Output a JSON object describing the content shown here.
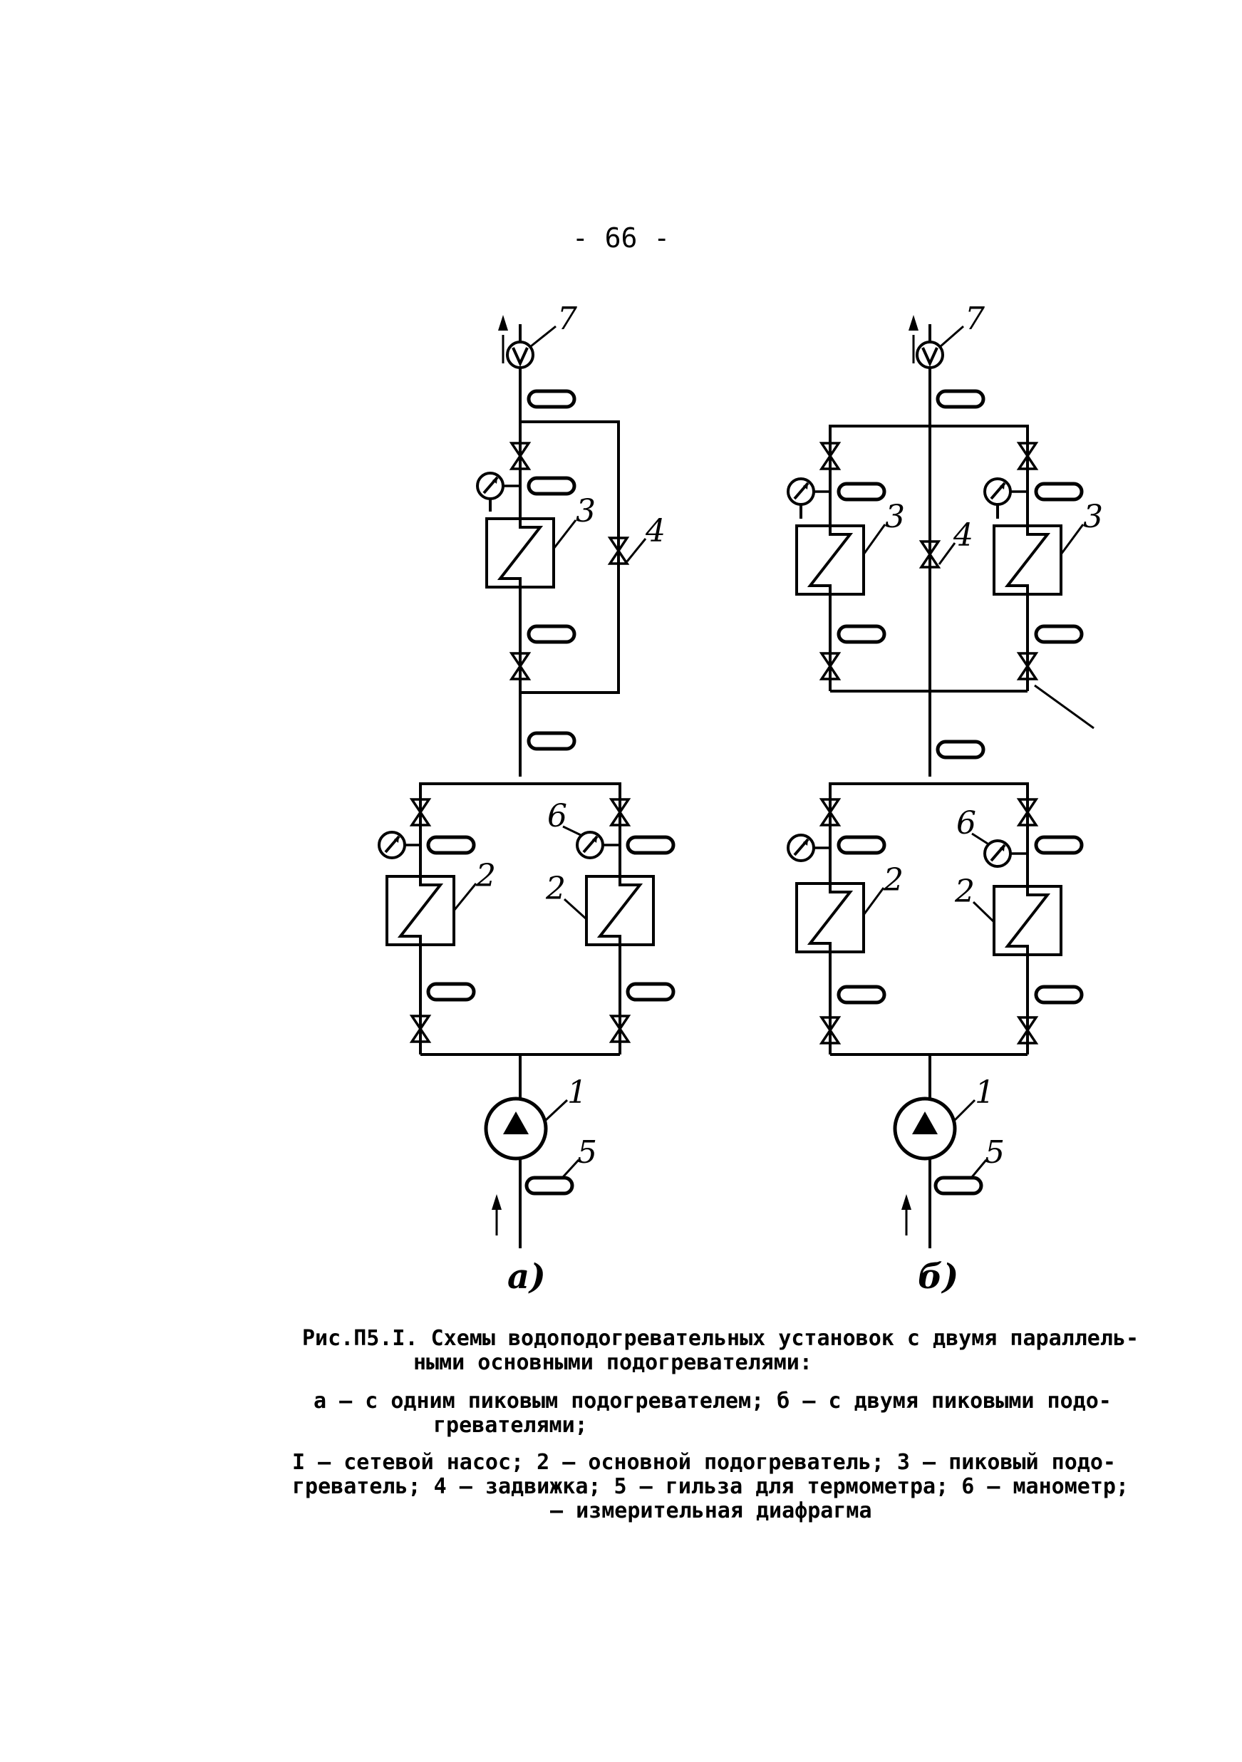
{
  "page_number": "- 66 -",
  "diagram": {
    "labels": {
      "n1": "1",
      "n2": "2",
      "n3": "3",
      "n4": "4",
      "n5": "5",
      "n6": "6",
      "n7": "7"
    },
    "subfigures": {
      "a": "a)",
      "b": "б)"
    }
  },
  "caption": {
    "title_line1": "Рис.П5.I. Схемы водоподогревательных установок с двумя параллель-",
    "title_line2": "ными основными подогревателями:",
    "variants_line1": "а – с одним пиковым подогревателем; б – с двумя пиковыми подо-",
    "variants_line2": "гревателями;",
    "legend_line1": "I – сетевой насос; 2 – основной подогреватель; 3 – пиковый подо-",
    "legend_line2": "греватель; 4 – задвижка; 5 – гильза для термометра; 6 – манометр;",
    "legend_line3": "– измерительная диафрагма"
  }
}
